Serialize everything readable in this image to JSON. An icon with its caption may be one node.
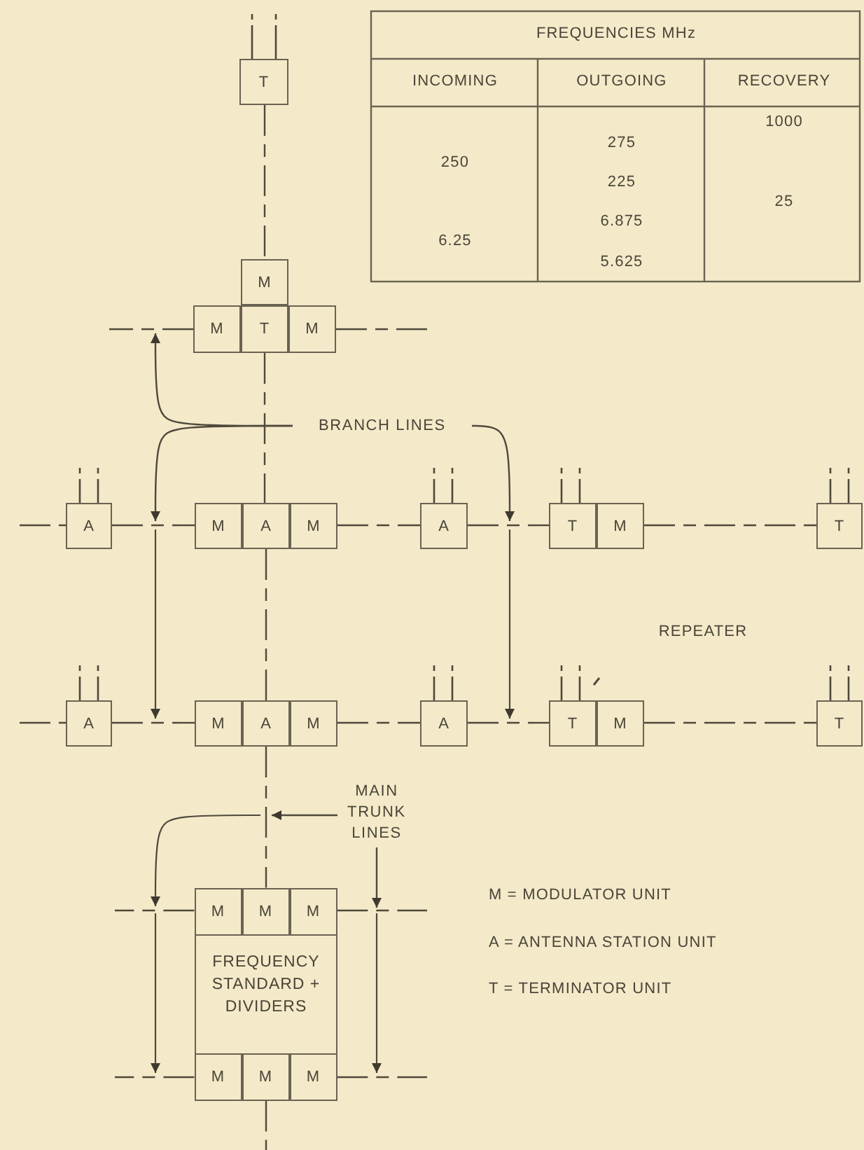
{
  "diagram": {
    "nodes": [
      {
        "text": [
          "T"
        ]
      },
      {
        "text": [
          "M"
        ]
      },
      {
        "text": [
          "M"
        ]
      },
      {
        "text": [
          "T"
        ]
      },
      {
        "text": [
          "M"
        ]
      },
      {
        "text": [
          "A"
        ]
      },
      {
        "text": [
          "M"
        ]
      },
      {
        "text": [
          "A"
        ]
      },
      {
        "text": [
          "M"
        ]
      },
      {
        "text": [
          "A"
        ]
      },
      {
        "text": [
          "T"
        ]
      },
      {
        "text": [
          "M"
        ]
      },
      {
        "text": [
          "T"
        ]
      },
      {
        "text": [
          "A"
        ]
      },
      {
        "text": [
          "M"
        ]
      },
      {
        "text": [
          "A"
        ]
      },
      {
        "text": [
          "M"
        ]
      },
      {
        "text": [
          "A"
        ]
      },
      {
        "text": [
          "T"
        ]
      },
      {
        "text": [
          "M"
        ]
      },
      {
        "text": [
          "T"
        ]
      },
      {
        "text": [
          "FREQUENCY STANDARD + DIVIDERS"
        ]
      },
      {
        "text": [
          "M"
        ],
        "in": 21
      },
      {
        "text": [
          "M"
        ],
        "in": 21
      },
      {
        "text": [
          "M"
        ],
        "in": 21
      },
      {
        "text": [
          "M"
        ],
        "in": 21
      },
      {
        "text": [
          "M"
        ],
        "in": 21
      },
      {
        "text": [
          "M"
        ],
        "in": 21
      },
      {
        "text": [
          "BRANCH LINES"
        ]
      },
      {
        "text": [
          "MAIN TRUNK LINES"
        ]
      }
    ],
    "edges": [
      {
        "from": 0,
        "to": 1,
        "arrow": "none",
        "style": "dashed"
      },
      {
        "from": 3,
        "to": 7,
        "arrow": "none",
        "style": "dashed"
      },
      {
        "from": 7,
        "to": 15,
        "arrow": "none",
        "style": "dashed"
      },
      {
        "from": 15,
        "to": 23,
        "arrow": "none",
        "style": "dashed"
      },
      {
        "from": 26,
        "to": null,
        "arrow": "none",
        "style": "dashed"
      },
      {
        "from": 2,
        "to": null,
        "arrow": "none",
        "style": "dashed"
      },
      {
        "from": 4,
        "to": null,
        "arrow": "none",
        "style": "dashed"
      },
      {
        "from": null,
        "to": 5,
        "arrow": "none",
        "style": "dashed"
      },
      {
        "from": 5,
        "to": 6,
        "arrow": "none",
        "style": "dashed"
      },
      {
        "from": 8,
        "to": 9,
        "arrow": "none",
        "style": "dashed"
      },
      {
        "from": 9,
        "to": 10,
        "arrow": "none",
        "style": "dashed"
      },
      {
        "from": 11,
        "to": 12,
        "arrow": "none",
        "style": "dashed"
      },
      {
        "from": null,
        "to": 13,
        "arrow": "none",
        "style": "dashed"
      },
      {
        "from": 13,
        "to": 14,
        "arrow": "none",
        "style": "dashed"
      },
      {
        "from": 16,
        "to": 17,
        "arrow": "none",
        "style": "dashed"
      },
      {
        "from": 17,
        "to": 18,
        "arrow": "none",
        "style": "dashed"
      },
      {
        "from": 19,
        "to": 20,
        "arrow": "none",
        "style": "dashed"
      },
      {
        "from": 22,
        "to": null,
        "arrow": "none",
        "style": "dashed"
      },
      {
        "from": 24,
        "to": null,
        "arrow": "none",
        "style": "dashed"
      },
      {
        "from": 25,
        "to": null,
        "arrow": "none",
        "style": "dashed"
      },
      {
        "from": 27,
        "to": null,
        "arrow": "none",
        "style": "dashed"
      },
      {
        "from": 28,
        "to": null,
        "arrow": "to"
      },
      {
        "from": 28,
        "to": null,
        "arrow": "to"
      },
      {
        "from": 28,
        "to": null,
        "arrow": "to"
      },
      {
        "from": 29,
        "to": null,
        "arrow": "to"
      },
      {
        "from": 29,
        "to": null,
        "arrow": "to"
      }
    ],
    "labels": [
      "FREQUENCIES MHz",
      "INCOMING",
      "OUTGOING",
      "RECOVERY",
      "250",
      "275",
      "225",
      "1000",
      "25",
      "6.25",
      "6.875",
      "5.625",
      "REPEATER",
      "M = MODULATOR UNIT",
      "A = ANTENNA STATION UNIT",
      "T = TERMINATOR UNIT"
    ]
  }
}
